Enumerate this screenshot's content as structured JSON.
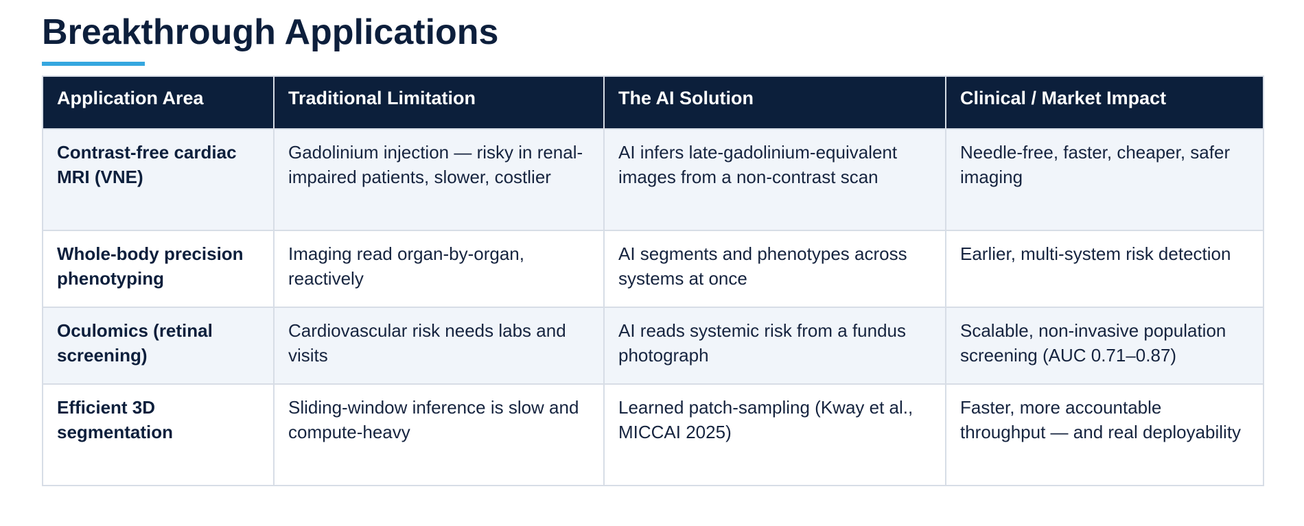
{
  "page": {
    "title": "Breakthrough Applications"
  },
  "colors": {
    "header_bg": "#0c1f3b",
    "accent": "#35a7df",
    "row_shade": "#f1f5fa",
    "border": "#d7dde6",
    "title_text": "#0d1f3c"
  },
  "table": {
    "headers": [
      "Application Area",
      "Traditional Limitation",
      "The AI Solution",
      "Clinical / Market Impact"
    ],
    "rows": [
      {
        "area": "Contrast-free cardiac MRI (VNE)",
        "limitation": "Gadolinium injection — risky in renal-impaired patients, slower, costlier",
        "solution": "AI infers late-gadolinium-equivalent images from a non-contrast scan",
        "impact": "Needle-free, faster, cheaper, safer imaging"
      },
      {
        "area": "Whole-body precision phenotyping",
        "limitation": "Imaging read organ-by-organ, reactively",
        "solution": "AI segments and phenotypes across systems at once",
        "impact": "Earlier, multi-system risk detection"
      },
      {
        "area": "Oculomics (retinal screening)",
        "limitation": "Cardiovascular risk needs labs and visits",
        "solution": "AI reads systemic risk from a fundus photograph",
        "impact": "Scalable, non-invasive population screening (AUC 0.71–0.87)"
      },
      {
        "area": "Efficient 3D segmentation",
        "limitation": "Sliding-window inference is slow and compute-heavy",
        "solution": "Learned patch-sampling (Kway et al., MICCAI 2025)",
        "impact": "Faster, more accountable throughput — and real deployability"
      }
    ]
  }
}
